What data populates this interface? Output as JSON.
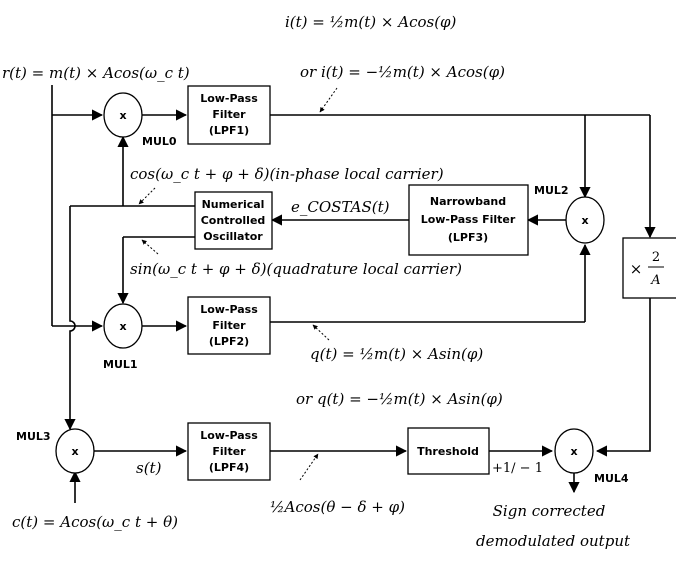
{
  "blocks": {
    "lpf1": [
      "Low-Pass",
      "Filter",
      "(LPF1)"
    ],
    "lpf2": [
      "Low-Pass",
      "Filter",
      "(LPF2)"
    ],
    "lpf4": [
      "Low-Pass",
      "Filter",
      "(LPF4)"
    ],
    "nco": [
      "Numerical",
      "Controlled",
      "Oscillator"
    ],
    "lpf3": [
      "Narrowband",
      "Low-Pass Filter",
      "(LPF3)"
    ],
    "threshold": "Threshold",
    "gain_prefix": "×",
    "gain_num": "2",
    "gain_den": "A"
  },
  "multipliers": {
    "symbol": "x",
    "mul0": "MUL0",
    "mul1": "MUL1",
    "mul2": "MUL2",
    "mul3": "MUL3",
    "mul4": "MUL4"
  },
  "labels": {
    "input_r": "r(t) = m(t) × Acos(ω_c t)",
    "i_eq1": "i(t) = ½m(t) × Acos(φ)",
    "i_eq2": "or  i(t) = −½m(t) × Acos(φ)",
    "cos_carrier": "cos(ω_c t + φ + δ)(in-phase local carrier)",
    "e_costas": "e_COSTAS(t)",
    "sin_carrier": "sin(ω_c t + φ + δ)(quadrature local carrier)",
    "q_eq1": "q(t) = ½m(t) × Asin(φ)",
    "q_eq2": "or  q(t) = −½m(t) × Asin(φ)",
    "s_t": "s(t)",
    "c_t": "c(t) = Acos(ω_c t + θ)",
    "lpf4_out": "½Acos(θ − δ + φ)",
    "sign": "+1/ − 1",
    "output_line1": "Sign corrected",
    "output_line2": "demodulated output"
  }
}
